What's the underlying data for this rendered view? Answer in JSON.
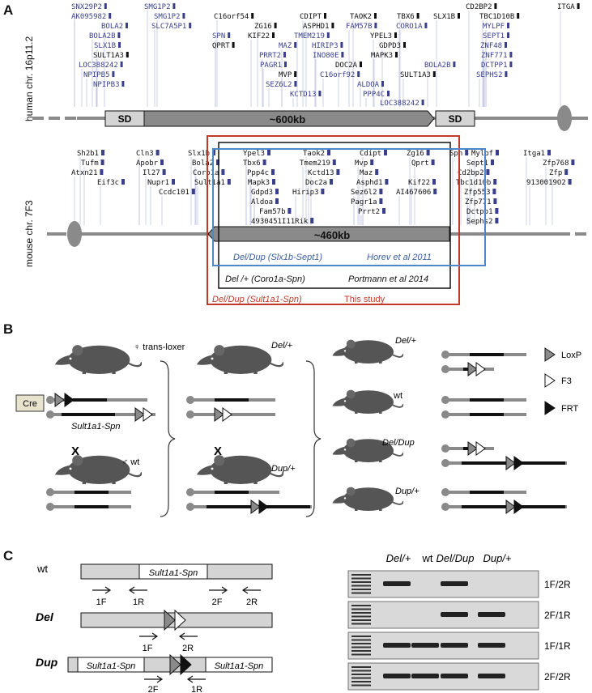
{
  "panel_a": {
    "letter": "A",
    "human_label": "human chr. 16p11.2",
    "mouse_label": "mouse chr. 7F3",
    "sd_left": "SD",
    "sd_right": "SD",
    "human_span": "~600kb",
    "mouse_span": "~460kb",
    "human_genes": [
      {
        "name": "SNX29P2",
        "style": "blue"
      },
      {
        "name": "SMG1P2",
        "style": "blue"
      },
      {
        "name": "CD2BP2",
        "style": "black"
      },
      {
        "name": "ITGA",
        "style": "black"
      },
      {
        "name": "AK095982",
        "style": "blue"
      },
      {
        "name": "SMG1P2",
        "style": "blue"
      },
      {
        "name": "C16orf54",
        "style": "black"
      },
      {
        "name": "CDIPT",
        "style": "black"
      },
      {
        "name": "TAOK2",
        "style": "black"
      },
      {
        "name": "TBX6",
        "style": "black"
      },
      {
        "name": "SLX1B",
        "style": "black"
      },
      {
        "name": "TBC1D10B",
        "style": "black"
      },
      {
        "name": "BOLA2",
        "style": "blue"
      },
      {
        "name": "SLC7A5P1",
        "style": "blue"
      },
      {
        "name": "ZG16",
        "style": "black"
      },
      {
        "name": "ASPHD1",
        "style": "black"
      },
      {
        "name": "FAM57B",
        "style": "blue"
      },
      {
        "name": "CORO1A",
        "style": "blue"
      },
      {
        "name": "MYLPF",
        "style": "blue"
      },
      {
        "name": "BOLA2B",
        "style": "blue"
      },
      {
        "name": "SPN",
        "style": "blue"
      },
      {
        "name": "KIF22",
        "style": "black"
      },
      {
        "name": "TMEM219",
        "style": "blue"
      },
      {
        "name": "YPEL3",
        "style": "black"
      },
      {
        "name": "SEPT1",
        "style": "blue"
      },
      {
        "name": "SLX1B",
        "style": "blue"
      },
      {
        "name": "QPRT",
        "style": "black"
      },
      {
        "name": "MAZ",
        "style": "blue"
      },
      {
        "name": "HIRIP3",
        "style": "blue"
      },
      {
        "name": "GDPD3",
        "style": "black"
      },
      {
        "name": "ZNF48",
        "style": "blue"
      },
      {
        "name": "SULT1A3",
        "style": "black"
      },
      {
        "name": "PRRT2",
        "style": "blue"
      },
      {
        "name": "INO80E",
        "style": "blue"
      },
      {
        "name": "MAPK3",
        "style": "black"
      },
      {
        "name": "ZNF771",
        "style": "blue"
      },
      {
        "name": "LOC388242",
        "style": "blue"
      },
      {
        "name": "PAGR1",
        "style": "blue"
      },
      {
        "name": "DOC2A",
        "style": "black"
      },
      {
        "name": "BOLA2B",
        "style": "blue"
      },
      {
        "name": "DCTPP1",
        "style": "blue"
      },
      {
        "name": "NPIPB5",
        "style": "blue"
      },
      {
        "name": "MVP",
        "style": "black"
      },
      {
        "name": "C16orf92",
        "style": "blue"
      },
      {
        "name": "SULT1A3",
        "style": "black"
      },
      {
        "name": "SEPHS2",
        "style": "blue"
      },
      {
        "name": "NPIPB3",
        "style": "blue"
      },
      {
        "name": "SEZ6L2",
        "style": "blue"
      },
      {
        "name": "ALDOA",
        "style": "blue"
      },
      {
        "name": "KCTD13",
        "style": "blue"
      },
      {
        "name": "PPP4C",
        "style": "blue"
      },
      {
        "name": "LOC388242",
        "style": "blue"
      }
    ],
    "mouse_genes": [
      "Sh2b1",
      "Cln3",
      "Slx1b",
      "Ypel3",
      "Taok2",
      "Cdipt",
      "Zg16",
      "Spn",
      "Mylpf",
      "Itga1",
      "Tufm",
      "Apobr",
      "Bola2",
      "Tbx6",
      "Tmem219",
      "Mvp",
      "Qprt",
      "Sept1",
      "Zfp768",
      "Atxn21",
      "Il27",
      "Coro1a",
      "Ppp4c",
      "Kctd13",
      "Maz",
      "Cd2bp2",
      "Zfp",
      "Eif3c",
      "Nupr1",
      "Sult1a1",
      "Mapk3",
      "Doc2a",
      "Asphd1",
      "Kif22",
      "Tbc1d10b",
      "9130019O2",
      "Ccdc101",
      "Gdpd3",
      "Hirip3",
      "Sez6l2",
      "AI467606",
      "Zfp553",
      "Aldoa",
      "Pagr1a",
      "Zfp771",
      "Fam57b",
      "Prrt2",
      "Dctpp1",
      "4930451I11Rik",
      "Sephs2"
    ],
    "box_black": {
      "label": "Del /+ (Coro1a-Spn)",
      "cite": "Portmann et al 2014"
    },
    "box_blue": {
      "label": "Del/Dup (Slx1b-Sept1)",
      "cite": "Horev et al 2011"
    },
    "box_red": {
      "label": "Del/Dup (Sult1a1-Spn)",
      "cite": "This study"
    },
    "colors": {
      "blue_box": "#4f86c6",
      "red_box": "#c0392b",
      "black_box": "#111111",
      "gene_blue": "#3a3f8c",
      "sd_fill": "#d4d4d4",
      "region_fill": "#8a8a8a"
    }
  },
  "panel_b": {
    "letter": "B",
    "cre": "Cre",
    "translocator": "♀ trans-loxer",
    "allele": "Sult1a1-Spn",
    "male_wt": "♂ wt",
    "cross": "X",
    "del_plus": "Del/+",
    "dup_plus": "Dup/+",
    "offspring": [
      "Del/+",
      "wt",
      "Del/Dup",
      "Dup/+"
    ],
    "legend": [
      {
        "name": "LoxP",
        "icon": "grey-triangle-icon"
      },
      {
        "name": "F3",
        "icon": "white-triangle-icon"
      },
      {
        "name": "FRT",
        "icon": "black-triangle-icon"
      }
    ]
  },
  "panel_c": {
    "letter": "C",
    "rows": [
      {
        "label": "wt",
        "region": "Sult1a1-Spn"
      },
      {
        "label": "Del"
      },
      {
        "label": "Dup",
        "region_left": "Sult1a1-Spn",
        "region_right": "Sult1a1-Spn"
      }
    ],
    "primers_wt": [
      "1F",
      "1R",
      "2F",
      "2R"
    ],
    "primers_del": [
      "1F",
      "2R"
    ],
    "primers_dup": [
      "2F",
      "1R"
    ],
    "gel_columns": [
      "Del/+",
      "wt",
      "Del/Dup",
      "Dup/+"
    ],
    "gel_rows": [
      {
        "label": "1F/2R",
        "bands": [
          1,
          0,
          1,
          0
        ]
      },
      {
        "label": "2F/1R",
        "bands": [
          0,
          0,
          1,
          1
        ]
      },
      {
        "label": "1F/1R",
        "bands": [
          1,
          1,
          1,
          1
        ]
      },
      {
        "label": "2F/2R",
        "bands": [
          1,
          1,
          1,
          1
        ]
      }
    ]
  }
}
